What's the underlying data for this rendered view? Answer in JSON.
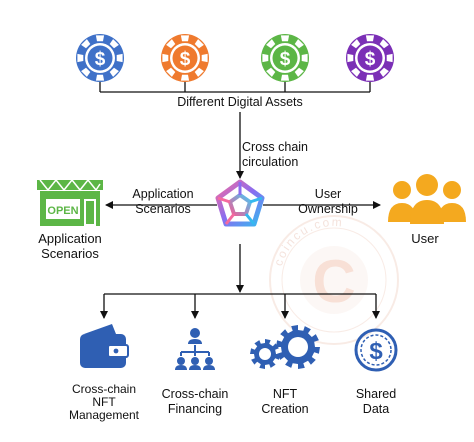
{
  "assets": {
    "label": "Different Digital Assets",
    "coins": [
      {
        "name": "blue-coin",
        "color": "#3f71c8",
        "symbol": "$"
      },
      {
        "name": "orange-coin",
        "color": "#ef7a2e",
        "symbol": "$"
      },
      {
        "name": "green-coin",
        "color": "#5cb646",
        "symbol": "$"
      },
      {
        "name": "purple-coin",
        "color": "#7b2fb6",
        "symbol": "$"
      }
    ]
  },
  "cross_chain": {
    "line1": "Cross chain",
    "line2": "circulation"
  },
  "left_arrow": {
    "line1": "Application",
    "line2": "Scenarios"
  },
  "right_arrow": {
    "line1": "User",
    "line2": "Ownership"
  },
  "store": {
    "sign": "OPEN",
    "line1": "Application",
    "line2": "Scenarios",
    "color": "#5cb646"
  },
  "user": {
    "label": "User",
    "color": "#f4a91f"
  },
  "watermark": {
    "text": "coincu.com",
    "letter": "C"
  },
  "bottom": [
    {
      "name": "nft-management",
      "lines": [
        "Cross-chain",
        "NFT",
        "Management"
      ]
    },
    {
      "name": "financing",
      "lines": [
        "Cross-chain",
        "Financing"
      ]
    },
    {
      "name": "nft-creation",
      "lines": [
        "NFT",
        "Creation"
      ]
    },
    {
      "name": "shared-data",
      "lines": [
        "Shared",
        "Data"
      ]
    }
  ],
  "icon_color": "#2f5fb3"
}
